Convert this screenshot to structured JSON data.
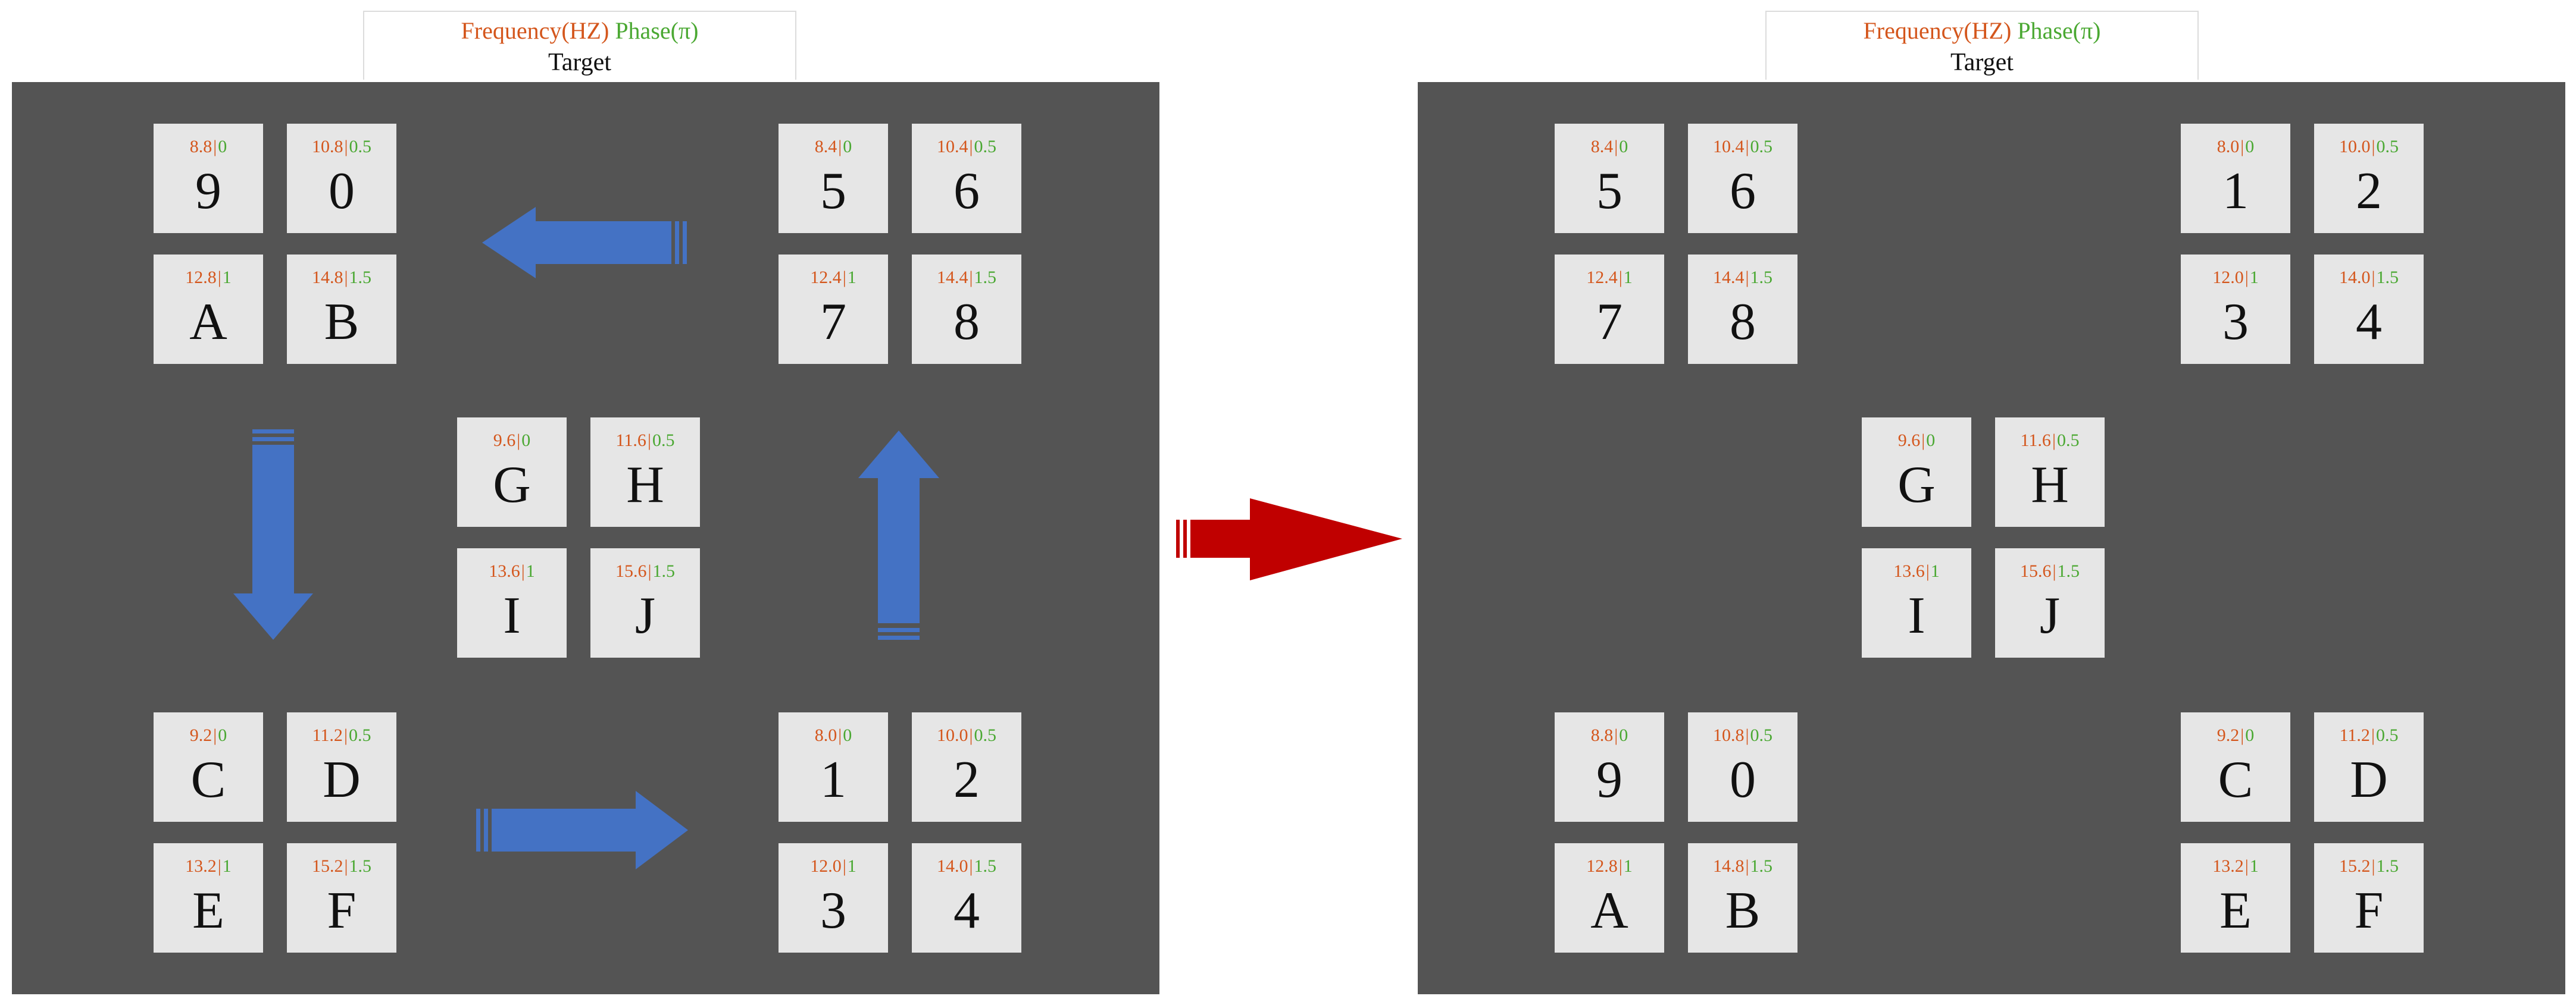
{
  "legend": {
    "frequency": "Frequency(HZ)",
    "phase": "Phase(π)",
    "target": "Target"
  },
  "colors": {
    "panel": "#545454",
    "key": "#e6e6e6",
    "frequency": "#d4561c",
    "phase": "#4aa832",
    "blue_arrow": "#4472c4",
    "red_arrow": "#c00000"
  },
  "left_keys": [
    {
      "id": "l9",
      "freq": "8.8",
      "phase": "0",
      "ch": "9"
    },
    {
      "id": "l0",
      "freq": "10.8",
      "phase": "0.5",
      "ch": "0"
    },
    {
      "id": "lA",
      "freq": "12.8",
      "phase": "1",
      "ch": "A"
    },
    {
      "id": "lB",
      "freq": "14.8",
      "phase": "1.5",
      "ch": "B"
    },
    {
      "id": "l5",
      "freq": "8.4",
      "phase": "0",
      "ch": "5"
    },
    {
      "id": "l6",
      "freq": "10.4",
      "phase": "0.5",
      "ch": "6"
    },
    {
      "id": "l7",
      "freq": "12.4",
      "phase": "1",
      "ch": "7"
    },
    {
      "id": "l8",
      "freq": "14.4",
      "phase": "1.5",
      "ch": "8"
    },
    {
      "id": "lG",
      "freq": "9.6",
      "phase": "0",
      "ch": "G"
    },
    {
      "id": "lH",
      "freq": "11.6",
      "phase": "0.5",
      "ch": "H"
    },
    {
      "id": "lI",
      "freq": "13.6",
      "phase": "1",
      "ch": "I"
    },
    {
      "id": "lJ",
      "freq": "15.6",
      "phase": "1.5",
      "ch": "J"
    },
    {
      "id": "lC",
      "freq": "9.2",
      "phase": "0",
      "ch": "C"
    },
    {
      "id": "lD",
      "freq": "11.2",
      "phase": "0.5",
      "ch": "D"
    },
    {
      "id": "lE",
      "freq": "13.2",
      "phase": "1",
      "ch": "E"
    },
    {
      "id": "lF",
      "freq": "15.2",
      "phase": "1.5",
      "ch": "F"
    },
    {
      "id": "l1",
      "freq": "8.0",
      "phase": "0",
      "ch": "1"
    },
    {
      "id": "l2",
      "freq": "10.0",
      "phase": "0.5",
      "ch": "2"
    },
    {
      "id": "l3",
      "freq": "12.0",
      "phase": "1",
      "ch": "3"
    },
    {
      "id": "l4",
      "freq": "14.0",
      "phase": "1.5",
      "ch": "4"
    }
  ],
  "right_keys": [
    {
      "id": "r5",
      "freq": "8.4",
      "phase": "0",
      "ch": "5"
    },
    {
      "id": "r6",
      "freq": "10.4",
      "phase": "0.5",
      "ch": "6"
    },
    {
      "id": "r7",
      "freq": "12.4",
      "phase": "1",
      "ch": "7"
    },
    {
      "id": "r8",
      "freq": "14.4",
      "phase": "1.5",
      "ch": "8"
    },
    {
      "id": "r1",
      "freq": "8.0",
      "phase": "0",
      "ch": "1"
    },
    {
      "id": "r2",
      "freq": "10.0",
      "phase": "0.5",
      "ch": "2"
    },
    {
      "id": "r3",
      "freq": "12.0",
      "phase": "1",
      "ch": "3"
    },
    {
      "id": "r4",
      "freq": "14.0",
      "phase": "1.5",
      "ch": "4"
    },
    {
      "id": "rG",
      "freq": "9.6",
      "phase": "0",
      "ch": "G"
    },
    {
      "id": "rH",
      "freq": "11.6",
      "phase": "0.5",
      "ch": "H"
    },
    {
      "id": "rI",
      "freq": "13.6",
      "phase": "1",
      "ch": "I"
    },
    {
      "id": "rJ",
      "freq": "15.6",
      "phase": "1.5",
      "ch": "J"
    },
    {
      "id": "r9",
      "freq": "8.8",
      "phase": "0",
      "ch": "9"
    },
    {
      "id": "r0",
      "freq": "10.8",
      "phase": "0.5",
      "ch": "0"
    },
    {
      "id": "rA",
      "freq": "12.8",
      "phase": "1",
      "ch": "A"
    },
    {
      "id": "rB",
      "freq": "14.8",
      "phase": "1.5",
      "ch": "B"
    },
    {
      "id": "rC",
      "freq": "9.2",
      "phase": "0",
      "ch": "C"
    },
    {
      "id": "rD",
      "freq": "11.2",
      "phase": "0.5",
      "ch": "D"
    },
    {
      "id": "rE",
      "freq": "13.2",
      "phase": "1",
      "ch": "E"
    },
    {
      "id": "rF",
      "freq": "15.2",
      "phase": "1.5",
      "ch": "F"
    }
  ]
}
